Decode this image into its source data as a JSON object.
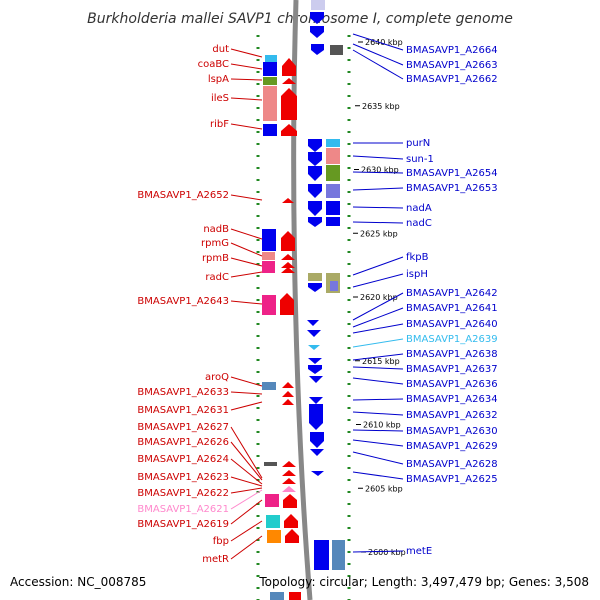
{
  "title": "Burkholderia mallei SAVP1 chromosome I, complete genome",
  "accession": "Accession: NC_008785",
  "topology": "Topology: circular; Length: 3,497,479 bp; Genes: 3,508",
  "colors": {
    "left_label": "#cc0000",
    "right_label": "#0000cc",
    "highlight_left": "#ff88cc",
    "highlight_right": "#33bbee",
    "backbone": "#888888",
    "tick": "#228822"
  },
  "scale": {
    "ticks": [
      {
        "label": "2640 kbp",
        "pos": 2640
      },
      {
        "label": "2635 kbp",
        "pos": 2635
      },
      {
        "label": "2630 kbp",
        "pos": 2630
      },
      {
        "label": "2625 kbp",
        "pos": 2625
      },
      {
        "label": "2620 kbp",
        "pos": 2620
      },
      {
        "label": "2615 kbp",
        "pos": 2615
      },
      {
        "label": "2610 kbp",
        "pos": 2610
      },
      {
        "label": "2605 kbp",
        "pos": 2605
      },
      {
        "label": "2600 kbp",
        "pos": 2600
      }
    ]
  },
  "left_genes": [
    {
      "name": "dut",
      "style": "normal"
    },
    {
      "name": "coaBC",
      "style": "normal"
    },
    {
      "name": "lspA",
      "style": "normal"
    },
    {
      "name": "ileS",
      "style": "normal"
    },
    {
      "name": "ribF",
      "style": "normal"
    },
    {
      "name": "BMASAVP1_A2652",
      "style": "normal"
    },
    {
      "name": "nadB",
      "style": "normal"
    },
    {
      "name": "rpmG",
      "style": "normal"
    },
    {
      "name": "rpmB",
      "style": "normal"
    },
    {
      "name": "radC",
      "style": "normal"
    },
    {
      "name": "BMASAVP1_A2643",
      "style": "normal"
    },
    {
      "name": "aroQ",
      "style": "normal"
    },
    {
      "name": "BMASAVP1_A2633",
      "style": "normal"
    },
    {
      "name": "BMASAVP1_A2631",
      "style": "normal"
    },
    {
      "name": "BMASAVP1_A2627",
      "style": "normal"
    },
    {
      "name": "BMASAVP1_A2626",
      "style": "normal"
    },
    {
      "name": "BMASAVP1_A2624",
      "style": "normal"
    },
    {
      "name": "BMASAVP1_A2623",
      "style": "normal"
    },
    {
      "name": "BMASAVP1_A2622",
      "style": "normal"
    },
    {
      "name": "BMASAVP1_A2621",
      "style": "highlight"
    },
    {
      "name": "BMASAVP1_A2619",
      "style": "normal"
    },
    {
      "name": "fbp",
      "style": "normal"
    },
    {
      "name": "metR",
      "style": "normal"
    }
  ],
  "right_genes": [
    {
      "name": "BMASAVP1_A2664",
      "style": "normal"
    },
    {
      "name": "BMASAVP1_A2663",
      "style": "normal"
    },
    {
      "name": "BMASAVP1_A2662",
      "style": "normal"
    },
    {
      "name": "purN",
      "style": "normal"
    },
    {
      "name": "sun-1",
      "style": "normal"
    },
    {
      "name": "BMASAVP1_A2654",
      "style": "normal"
    },
    {
      "name": "BMASAVP1_A2653",
      "style": "normal"
    },
    {
      "name": "nadA",
      "style": "normal"
    },
    {
      "name": "nadC",
      "style": "normal"
    },
    {
      "name": "fkpB",
      "style": "normal"
    },
    {
      "name": "ispH",
      "style": "normal"
    },
    {
      "name": "BMASAVP1_A2642",
      "style": "normal"
    },
    {
      "name": "BMASAVP1_A2641",
      "style": "normal"
    },
    {
      "name": "BMASAVP1_A2640",
      "style": "normal"
    },
    {
      "name": "BMASAVP1_A2639",
      "style": "highlight"
    },
    {
      "name": "BMASAVP1_A2638",
      "style": "normal"
    },
    {
      "name": "BMASAVP1_A2637",
      "style": "normal"
    },
    {
      "name": "BMASAVP1_A2636",
      "style": "normal"
    },
    {
      "name": "BMASAVP1_A2634",
      "style": "normal"
    },
    {
      "name": "BMASAVP1_A2632",
      "style": "normal"
    },
    {
      "name": "BMASAVP1_A2630",
      "style": "normal"
    },
    {
      "name": "BMASAVP1_A2629",
      "style": "normal"
    },
    {
      "name": "BMASAVP1_A2628",
      "style": "normal"
    },
    {
      "name": "BMASAVP1_A2625",
      "style": "normal"
    },
    {
      "name": "metE",
      "style": "normal"
    }
  ]
}
